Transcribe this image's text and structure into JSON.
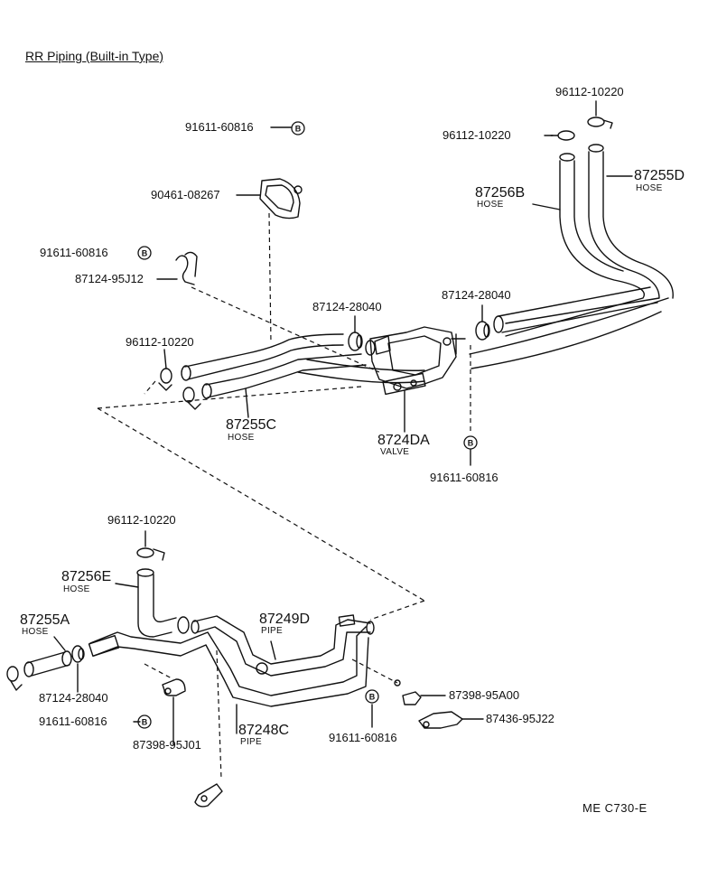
{
  "title": "RR Piping (Built-in Type)",
  "diagram_code": "ME  C730-E",
  "bolt_symbol": "B",
  "labels": {
    "p_96112_10220_top": "96112-10220",
    "p_96112_10220_mid": "96112-10220",
    "p_91611_60816_top": "91611-60816",
    "p_90461_08267": "90461-08267",
    "p_91611_60816_left": "91611-60816",
    "p_87124_95J12": "87124-95J12",
    "p_87255D": "87255D",
    "p_87255D_sub": "HOSE",
    "p_87256B": "87256B",
    "p_87256B_sub": "HOSE",
    "p_87124_28040_a": "87124-28040",
    "p_87124_28040_b": "87124-28040",
    "p_96112_10220_left": "96112-10220",
    "p_87255C": "87255C",
    "p_87255C_sub": "HOSE",
    "p_8724DA": "8724DA",
    "p_8724DA_sub": "VALVE",
    "p_91611_60816_valve": "91611-60816",
    "p_96112_10220_lower": "96112-10220",
    "p_87256E": "87256E",
    "p_87256E_sub": "HOSE",
    "p_87255A": "87255A",
    "p_87255A_sub": "HOSE",
    "p_87249D": "87249D",
    "p_87249D_sub": "PIPE",
    "p_87124_28040_c": "87124-28040",
    "p_91611_60816_lower_left": "91611-60816",
    "p_87398_95J01": "87398-95J01",
    "p_87248C": "87248C",
    "p_87248C_sub": "PIPE",
    "p_91611_60816_lower_right": "91611-60816",
    "p_87398_95A00": "87398-95A00",
    "p_87436_95J22": "87436-95J22"
  }
}
